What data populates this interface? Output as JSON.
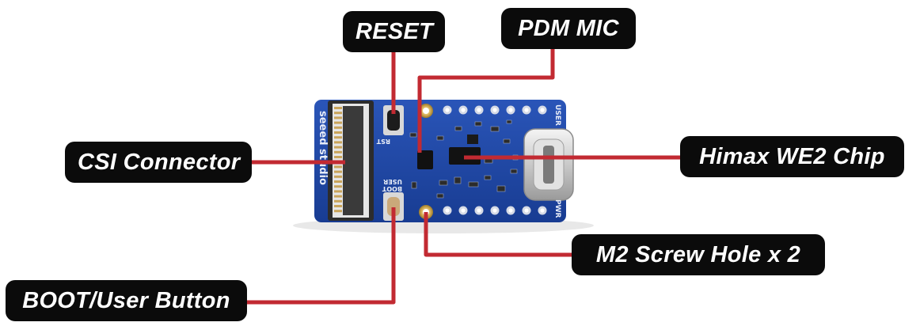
{
  "labels": {
    "reset": "RESET",
    "pdm_mic": "PDM MIC",
    "csi_connector": "CSI Connector",
    "himax_chip": "Himax WE2 Chip",
    "m2_screw_hole": "M2 Screw Hole x 2",
    "boot_button": "BOOT/User Button"
  },
  "board_silkscreen": {
    "brand": "seeed studio",
    "rst": "RST",
    "boot": "BOOT",
    "user_small": "USER",
    "user_edge": "USER",
    "pwr": "PWR"
  },
  "colors": {
    "leader_line": "#c22a32",
    "label_bg": "#0b0b0b",
    "pcb": "#1f48a8"
  }
}
